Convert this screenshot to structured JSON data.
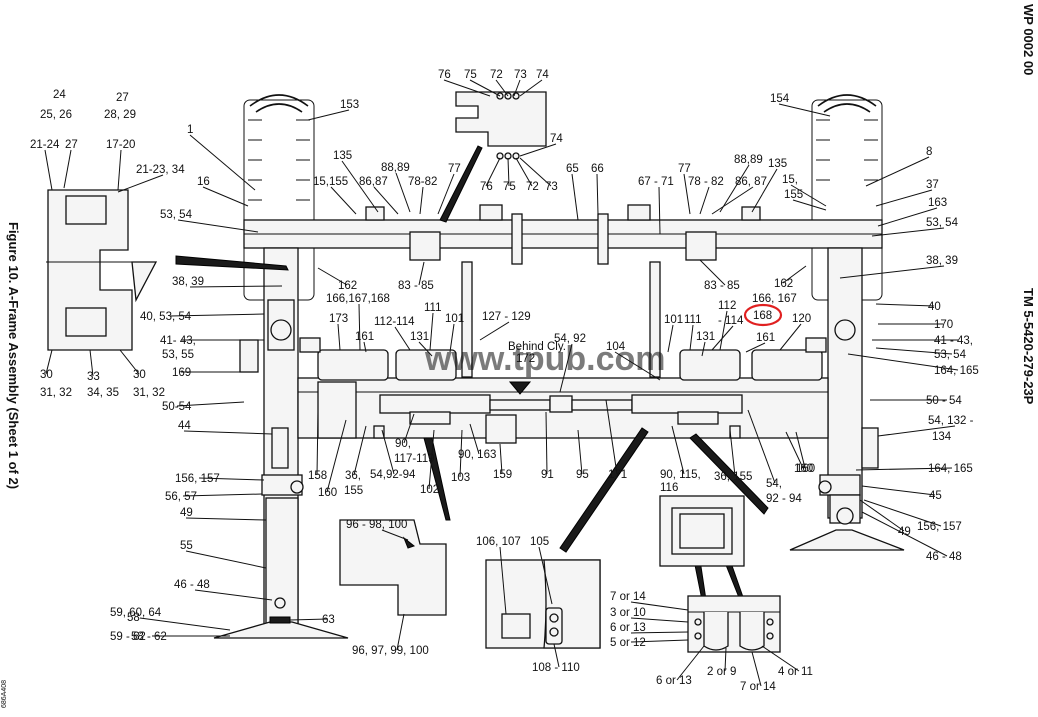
{
  "header": {
    "wp": "WP 0002 00",
    "tm": "TM 5-5420-279-23P",
    "figure_title": "Figure 10. A-Frame Assembly (Sheet 1 of 2)",
    "drawing_id": "686A408",
    "watermark": "www.tpub.com"
  },
  "highlight": {
    "label": "168",
    "color": "#e02020"
  },
  "callouts": [
    "76",
    "75",
    "72",
    "73",
    "74",
    "74",
    "76",
    "75",
    "72",
    "73",
    "24",
    "25, 26",
    "27",
    "28, 29",
    "153",
    "154",
    "1",
    "8",
    "16",
    "37",
    "163",
    "21-24",
    "27",
    "17-20",
    "21-23, 34",
    "135",
    "88,89",
    "77",
    "86,87",
    "78-82",
    "15,155",
    "65",
    "66",
    "67 - 71",
    "77",
    "88,89",
    "135",
    "78 - 82",
    "86, 87",
    "15,",
    "155",
    "53, 54",
    "53, 54",
    "38, 39",
    "38, 39",
    "162",
    "162",
    "83 - 85",
    "83 - 85",
    "166,167,168",
    "111",
    "112-114",
    "173",
    "161",
    "131",
    "101",
    "127 - 129",
    "Behind Cly.",
    "172",
    "54, 92",
    "104",
    "101",
    "111",
    "112",
    "- 114",
    "131",
    "166, 167",
    "120",
    "161",
    "40",
    "170",
    "41 - 43,",
    "53, 54",
    "164, 165",
    "40, 53, 54",
    "41- 43,",
    "53, 55",
    "169",
    "50-54",
    "50 - 54",
    "44",
    "54, 132 -",
    "134",
    "164, 165",
    "160",
    "158",
    "160",
    "36,",
    "155",
    "54,92-94",
    "90,",
    "117-119",
    "90, 163",
    "159",
    "91",
    "95",
    "171",
    "102",
    "103",
    "90, 115,",
    "116",
    "36, 155",
    "54,",
    "92 - 94",
    "160",
    "45",
    "49",
    "156, 157",
    "46 - 48",
    "156, 157",
    "56, 57",
    "49",
    "55",
    "46 - 48",
    "63",
    "58",
    "59, 60, 64",
    "59 - 62",
    "58 - 62",
    "96 - 98, 100",
    "96, 97, 99, 100",
    "106, 107",
    "105",
    "108 - 110",
    "7 or 14",
    "3 or 10",
    "6 or 13",
    "5 or 12",
    "6 or 13",
    "2 or 9",
    "7 or 14",
    "4 or 11",
    "30",
    "33",
    "30",
    "31, 32",
    "34, 35",
    "31, 32"
  ]
}
